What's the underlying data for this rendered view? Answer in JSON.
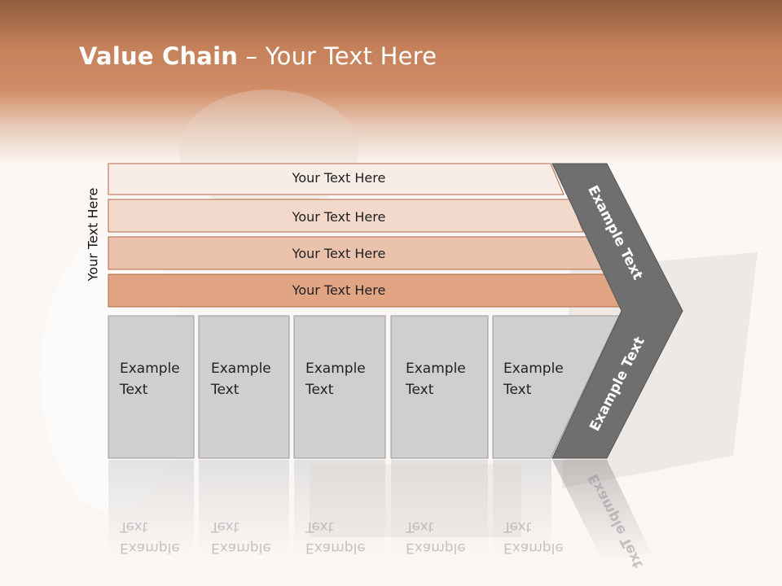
{
  "title": {
    "bold": "Value Chain",
    "rest": " – Your Text Here"
  },
  "side_label": "Your Text Here",
  "rows": [
    {
      "label": "Your Text Here",
      "fill": "#f8ece6"
    },
    {
      "label": "Your Text Here",
      "fill": "#f2d9cb"
    },
    {
      "label": "Your Text Here",
      "fill": "#ebc3ad"
    },
    {
      "label": "Your Text Here",
      "fill": "#e1a584"
    }
  ],
  "cells": [
    {
      "line1": "Example",
      "line2": "Text"
    },
    {
      "line1": "Example",
      "line2": "Text"
    },
    {
      "line1": "Example",
      "line2": "Text"
    },
    {
      "line1": "Example",
      "line2": "Text"
    },
    {
      "line1": "Example",
      "line2": "Text"
    }
  ],
  "arrow": {
    "top_label": "Example Text",
    "bottom_label": "Example Text"
  },
  "colors": {
    "banner": "#c5815a",
    "cell": "#cfcfcf",
    "arrow": "#6f6f6f",
    "row_stroke": "#b06a45"
  }
}
